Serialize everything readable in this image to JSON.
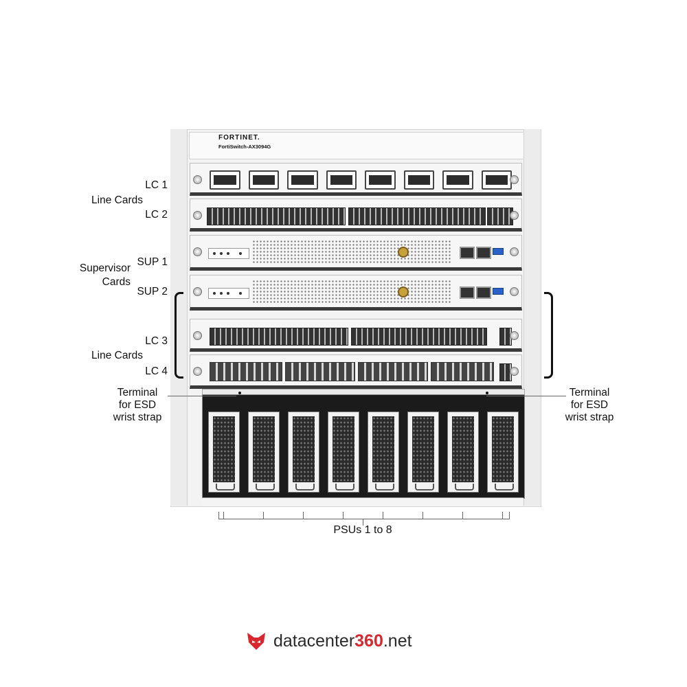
{
  "chassis": {
    "brand": "FORTINET.",
    "model": "FortiSwitch-AX3094G"
  },
  "labels": {
    "lc1": "LC 1",
    "line_cards_top": "Line Cards",
    "lc2": "LC 2",
    "sup1": "SUP 1",
    "supervisor": "Supervisor",
    "cards": "Cards",
    "sup2": "SUP 2",
    "lc3": "LC 3",
    "line_cards_bottom": "Line Cards",
    "lc4": "LC 4",
    "esd_left": {
      "line1": "Terminal",
      "line2": "for ESD",
      "line3": "wrist strap"
    },
    "esd_right": {
      "line1": "Terminal",
      "line2": "for ESD",
      "line3": "wrist strap"
    },
    "psus": "PSUs 1 to 8"
  },
  "psu_count": 8,
  "footer": {
    "brand_part1": "datacenter",
    "brand_part2": "360",
    "brand_part3": ".net",
    "accent_color": "#d9272e"
  }
}
